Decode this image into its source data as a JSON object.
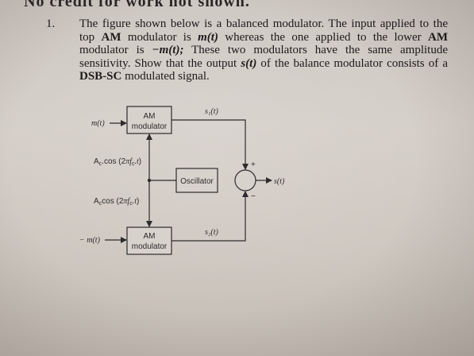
{
  "header_cut": "No credit for work not shown.",
  "question": {
    "number": "1.",
    "p1": "The figure shown below is a balanced modulator. The input applied to the top ",
    "b1": "AM",
    "p2": " modulator is ",
    "b2": "m(t)",
    "p3": " whereas the one applied to the lower ",
    "b3": "AM",
    "p4": " modulator is ",
    "b4": "−m(t);",
    "p5": " These two modulators have the same amplitude sensitivity. Show that the output ",
    "b5": "s(t)",
    "p6": " of the balance modulator consists of a ",
    "b6": "DSB-SC",
    "p7": " modulated signal."
  },
  "diagram": {
    "top_input": "m(t)",
    "top_block": [
      "AM",
      "modulator"
    ],
    "top_output": "s₁(t)",
    "carrier_top": "A_c cos (2πf_c t)",
    "oscillator": "Oscillator",
    "plus_sign": "+",
    "minus_sign": "−",
    "output": "s(t)",
    "carrier_bottom": "A_c cos (2πf_c t)",
    "bottom_input": "− m(t)",
    "bottom_block": [
      "AM",
      "modulator"
    ],
    "bottom_output": "s₂(t)"
  }
}
